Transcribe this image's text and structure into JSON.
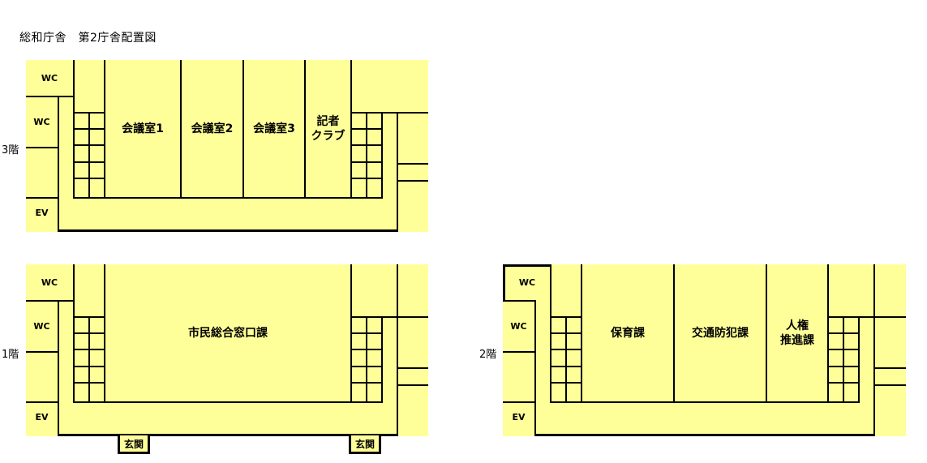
{
  "title": "総和庁舎　第2庁舎配置図",
  "colors": {
    "room_fill": "#ffff99",
    "wall": "#000000",
    "background": "#ffffff"
  },
  "floors": {
    "f3": {
      "label": "3階",
      "wc_top": "WC",
      "wc_side": "WC",
      "ev": "EV",
      "rooms": [
        "会議室1",
        "会議室2",
        "会議室3",
        "記者\nクラブ"
      ]
    },
    "f1": {
      "label": "1階",
      "wc_top": "WC",
      "wc_side": "WC",
      "ev": "EV",
      "rooms": [
        "市民総合窓口課"
      ],
      "entrances": [
        "玄関",
        "玄関"
      ]
    },
    "f2": {
      "label": "2階",
      "wc_top": "WC",
      "wc_side": "WC",
      "ev": "EV",
      "rooms": [
        "保育課",
        "交通防犯課",
        "人権\n推進課"
      ]
    }
  }
}
